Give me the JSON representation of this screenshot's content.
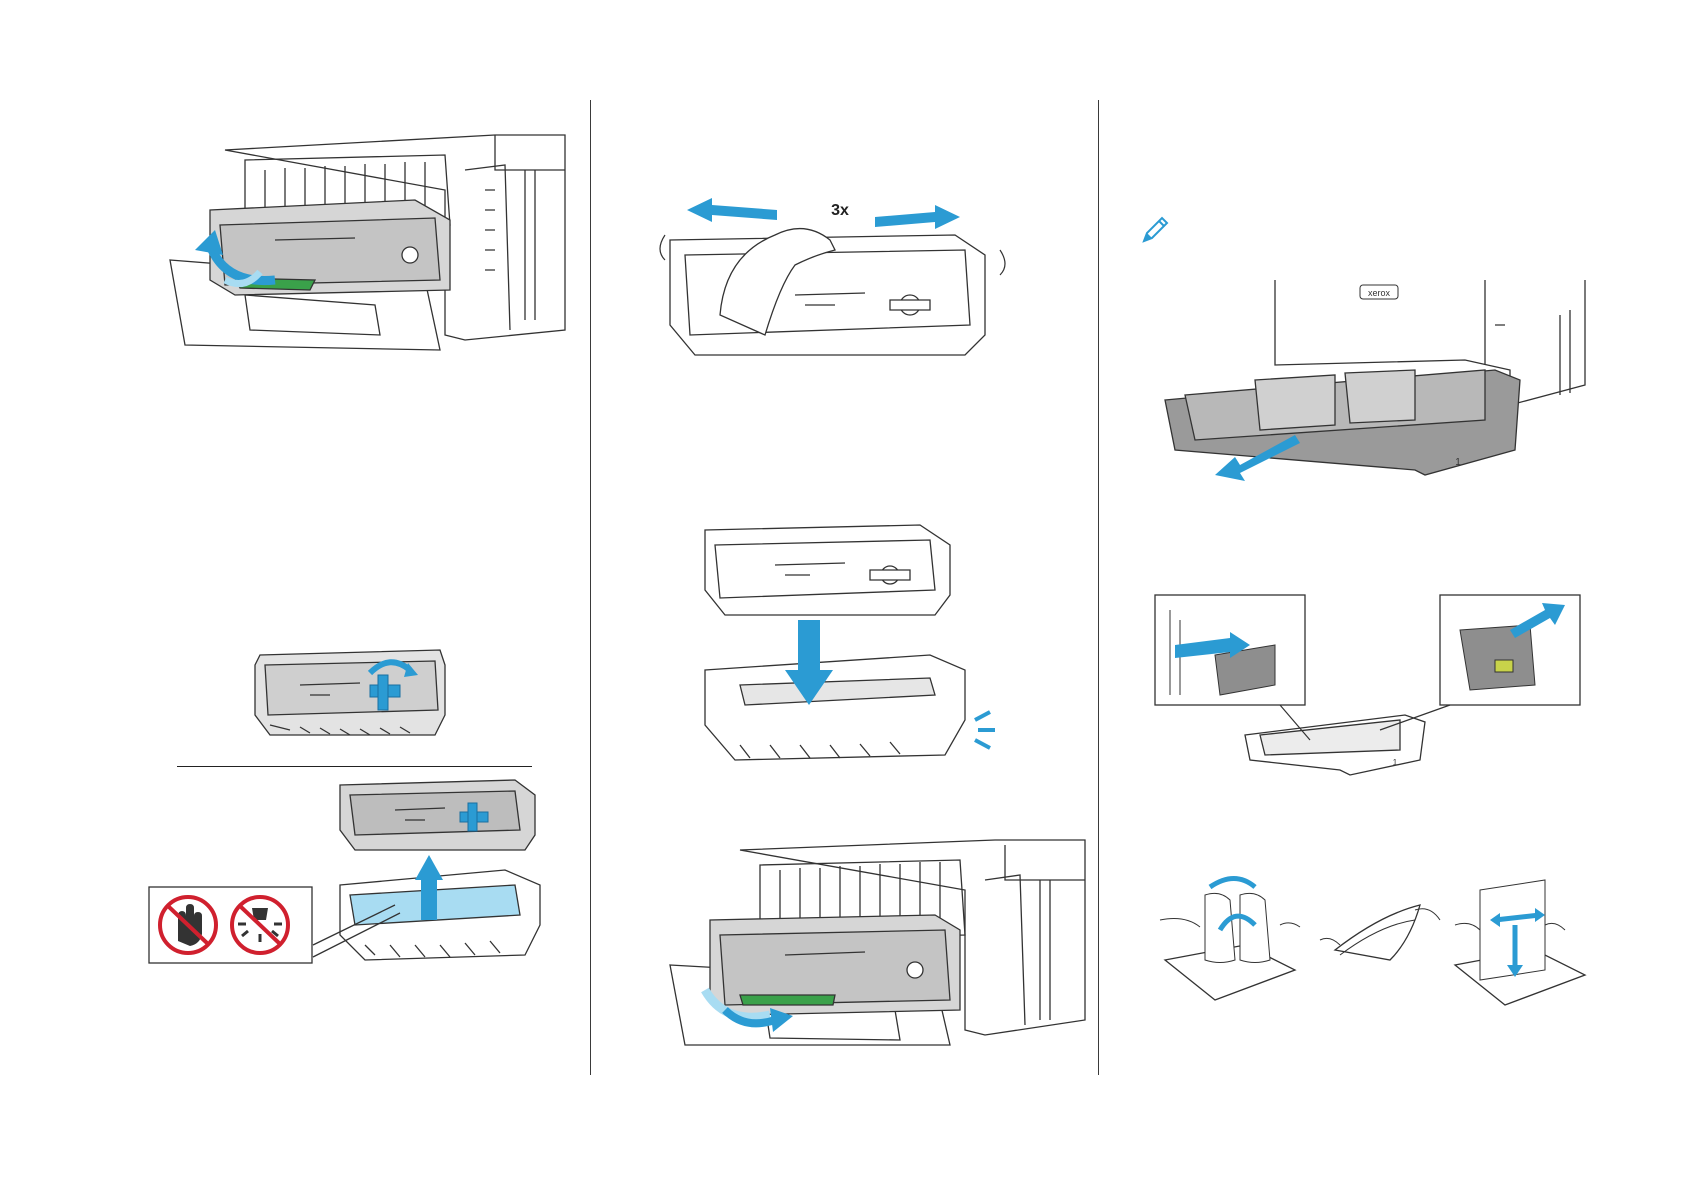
{
  "figures": {
    "remove_imaging_unit": {
      "caption": ""
    },
    "rotate_lever": {
      "caption": ""
    },
    "separate_toner": {
      "caption": ""
    },
    "no_touch_warning": {
      "icons": [
        "no-touch-icon",
        "no-light-icon"
      ]
    },
    "shake_cartridge": {
      "repeat_label": "3x"
    },
    "insert_toner_into_drum": {
      "caption": ""
    },
    "insert_imaging_unit": {
      "caption": ""
    },
    "note": {
      "icon": "pencil-note-icon"
    },
    "remove_tray": {
      "brand": "xerox",
      "tray_number": "1"
    },
    "adjust_guides": {
      "tray_number": "1"
    },
    "flex_paper": {
      "caption": ""
    }
  },
  "colors": {
    "accent": "#2b9bd3",
    "accent_light": "#a8dcf2",
    "green_handle": "#3aa14a",
    "line": "#333333",
    "gray_fill": "#d6d6d6",
    "tray_gray": "#9a9a9a",
    "warning_red": "#d0202e"
  }
}
